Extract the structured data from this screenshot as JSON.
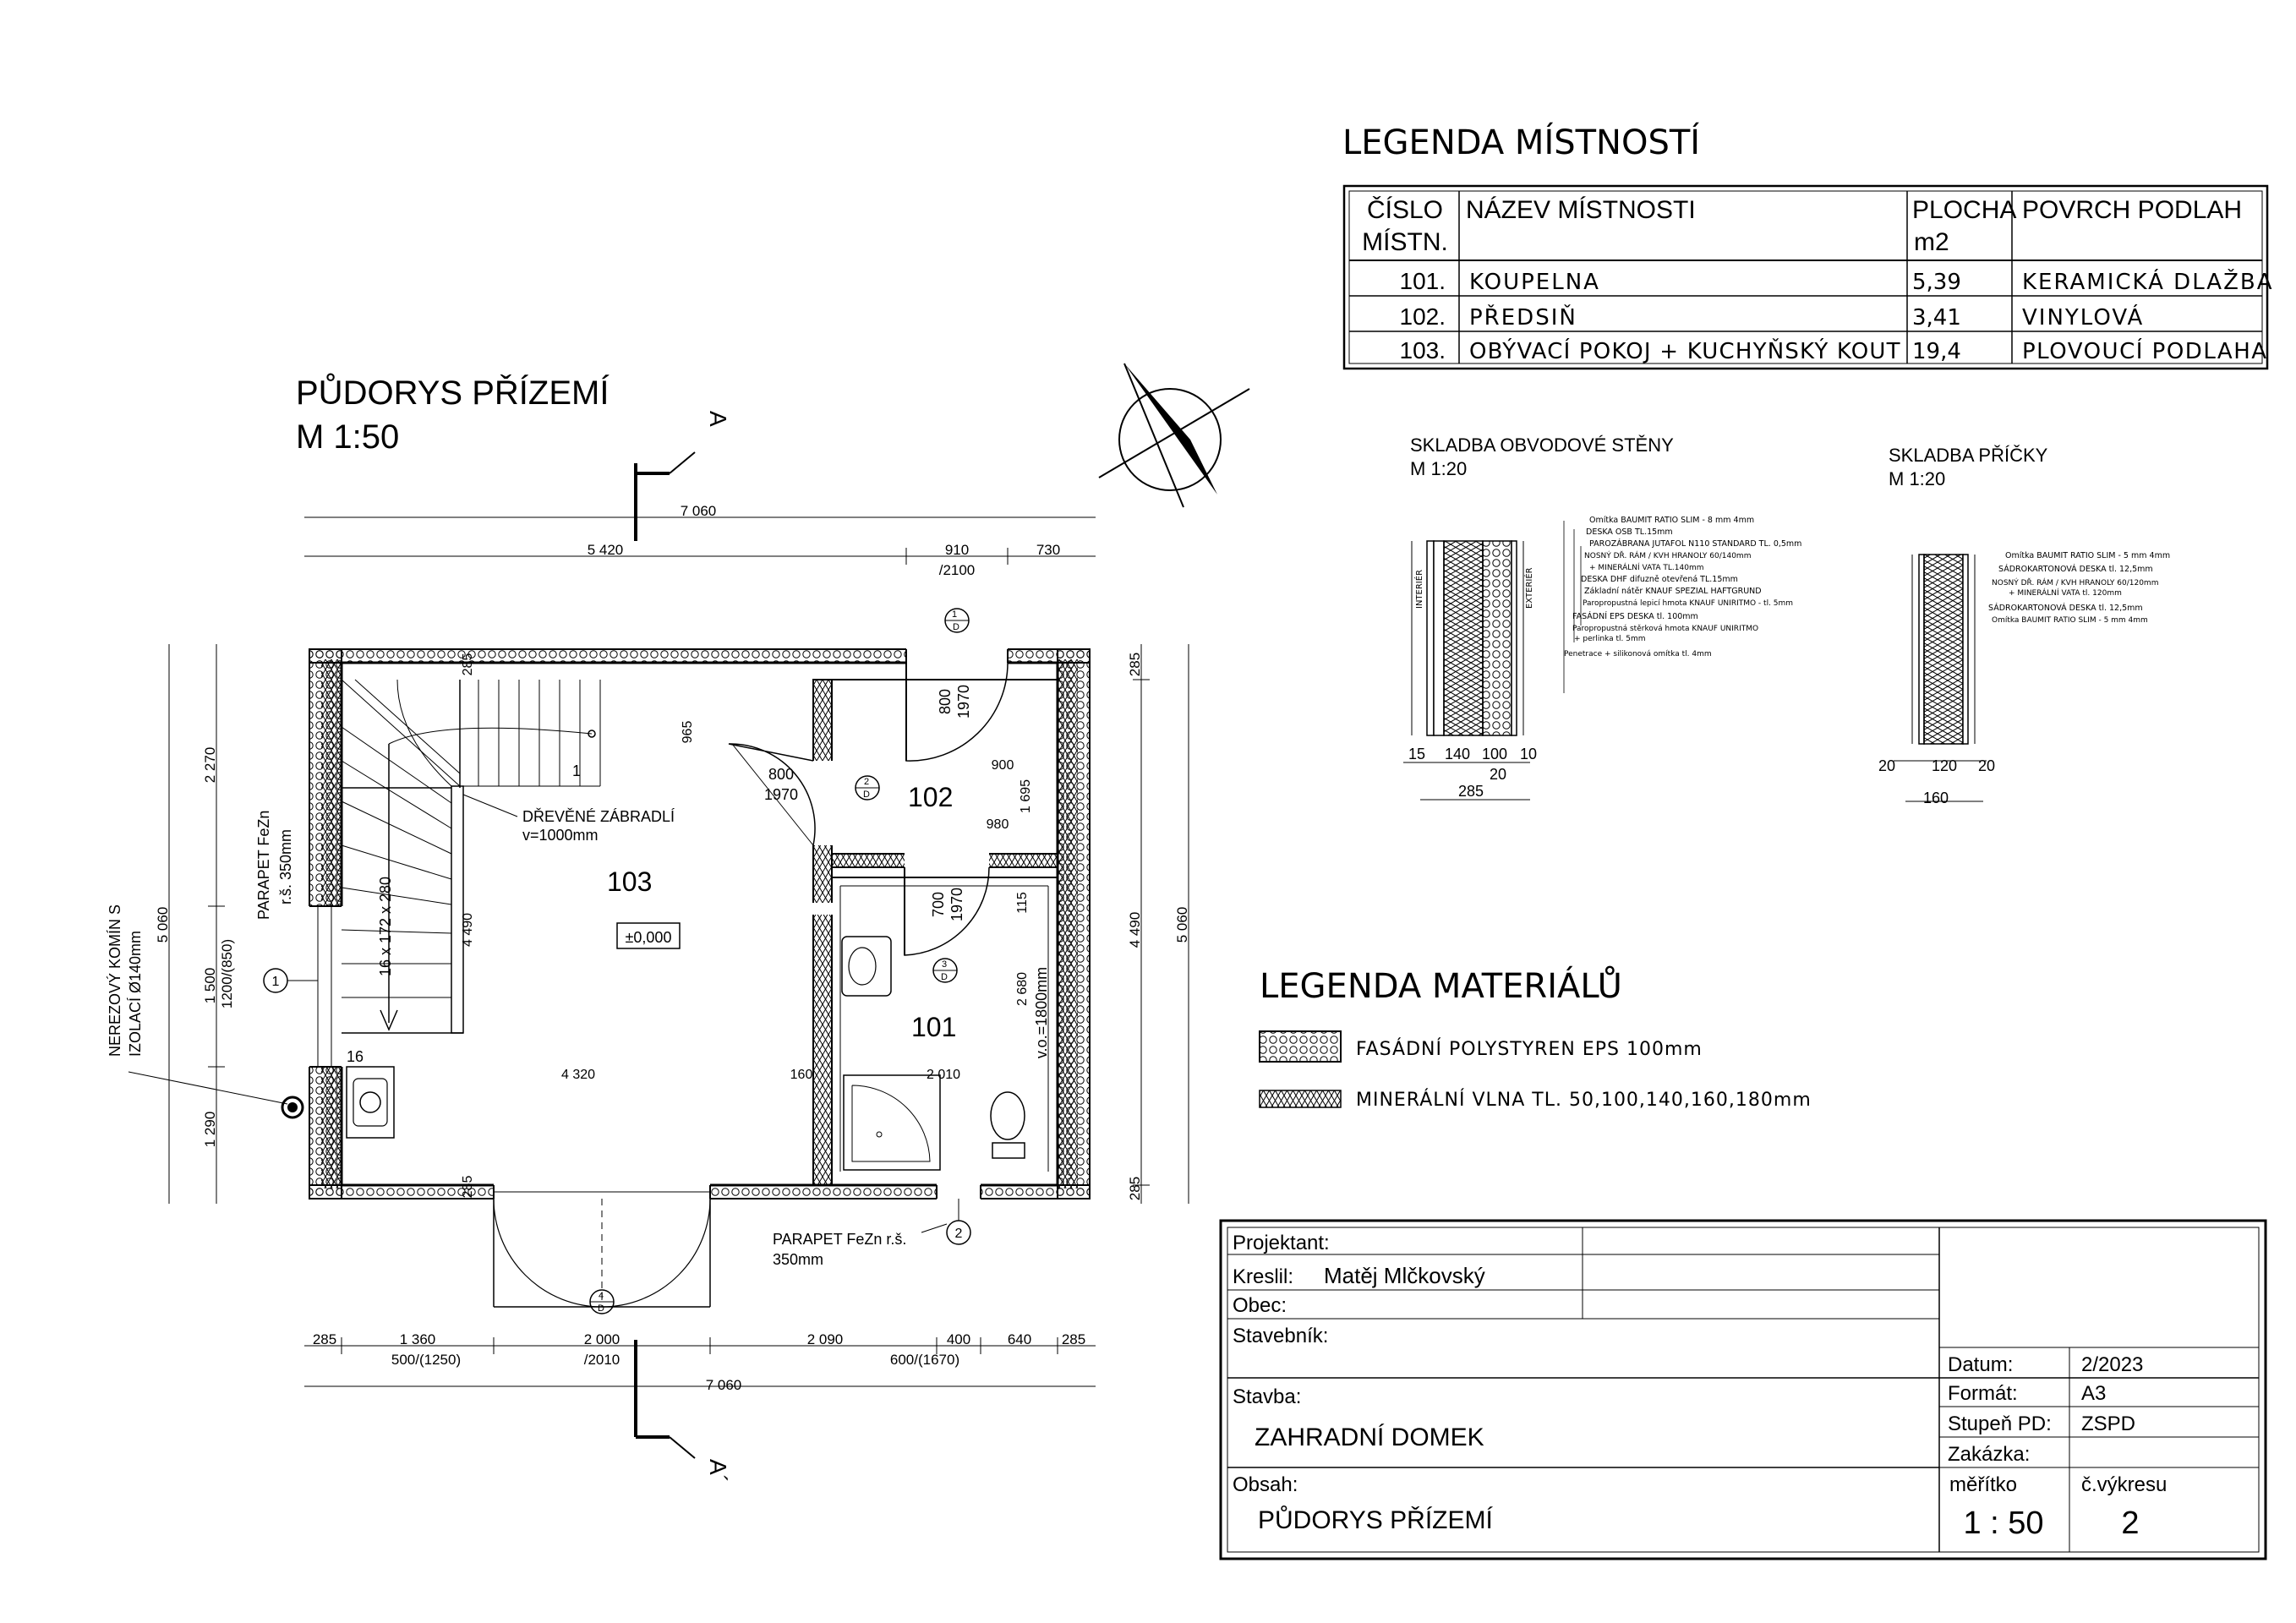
{
  "plan": {
    "title": "PŮDORYS PŘÍZEMÍ",
    "scale": "M 1:50",
    "section_a": "A",
    "section_a2": "A´",
    "dims_top": {
      "total": "7 060",
      "d5420": "5 420",
      "d910": "910",
      "d2100": "/2100",
      "d730": "730"
    },
    "dims_bottom": {
      "d285a": "285",
      "d1360": "1 360",
      "d500": "500/(1250)",
      "d2000": "2 000",
      "d2010": "/2010",
      "d2090": "2 090",
      "d400": "400",
      "d640": "640",
      "d285b": "285",
      "d600": "600/(1670)",
      "total": "7 060"
    },
    "dims_left": {
      "d2270": "2 270",
      "d5060": "5 060",
      "d1500": "1 500",
      "d1200": "1200/(850)",
      "d1290": "1 290"
    },
    "dims_right": {
      "d285a": "285",
      "d4490": "4 490",
      "d5060": "5 060",
      "d285b": "285"
    },
    "inner": {
      "d285": "285",
      "d965": "965",
      "d800a": "800",
      "d1970a": "1970",
      "d800b": "800",
      "d1970b": "1970",
      "d900": "900",
      "d1695": "1 695",
      "d980": "980",
      "d4490": "4 490",
      "d700": "700",
      "d1970c": "1970",
      "d115": "115",
      "d2680": "2 680",
      "vo": "v.o.=1800mm",
      "d4320": "4 320",
      "d160": "160",
      "d2010": "2 010",
      "d16": "16",
      "d285c": "285",
      "stairs": "16 x 172 x 280",
      "step1": "1"
    },
    "rooms": {
      "r103": "103",
      "r102": "102",
      "r101": "101",
      "level": "±0,000"
    },
    "notes": {
      "railing1": "DŘEVĚNÉ ZÁBRADLÍ",
      "railing2": "v=1000mm",
      "parapet1a": "PARAPET FeZn",
      "parapet1b": "r.š. 350mm",
      "chimney1": "NEREZOVÝ KOMÍN S",
      "chimney2": "IZOLACÍ Ø140mm",
      "parapet2a": "PARAPET FeZn r.š.",
      "parapet2b": "350mm"
    },
    "tags": {
      "w1": "1",
      "w2": "2",
      "d1": "1",
      "d2": "2",
      "d3": "3",
      "d4": "4",
      "D": "D"
    }
  },
  "room_legend": {
    "title": "LEGENDA MÍSTNOSTÍ",
    "headers": {
      "num1": "ČÍSLO",
      "num2": "MÍSTN.",
      "name": "NÁZEV MÍSTNOSTI",
      "area1": "PLOCHA",
      "area2": "m2",
      "floor": "POVRCH PODLAH"
    },
    "rows": [
      {
        "num": "101.",
        "name": "KOUPELNA",
        "area": "5,39",
        "floor": "KERAMICKÁ DLAŽBA"
      },
      {
        "num": "102.",
        "name": "PŘEDSIŇ",
        "area": "3,41",
        "floor": "VINYLOVÁ"
      },
      {
        "num": "103.",
        "name": "OBÝVACÍ POKOJ + KUCHYŇSKÝ KOUT",
        "area": "19,4",
        "floor": "PLOVOUCÍ PODLAHA"
      }
    ]
  },
  "wall_detail": {
    "title": "SKLADBA OBVODOVÉ STĚNY",
    "scale": "M 1:20",
    "interior": "INTERIÉR",
    "exterior": "EXTERIÉR",
    "layers": [
      "Omítka BAUMIT RATIO SLIM - 8 mm 4mm",
      "DESKA OSB TL.15mm",
      "PAROZÁBRANA JUTAFOL N110 STANDARD TL. 0,5mm",
      "NOSNÝ DŘ. RÁM / KVH HRANOLY 60/140mm",
      "+ MINERÁLNÍ VATA TL.140mm",
      "DESKA DHF difuzně otevřená TL.15mm",
      "Základní nátěr KNAUF SPEZIAL HAFTGRUND",
      "Paropropustná lepicí hmota KNAUF UNIRITMO - tl. 5mm",
      "FASÁDNÍ EPS DESKA tl. 100mm",
      "Paropropustná stěrková hmota KNAUF UNIRITMO",
      "+ perlinka tl. 5mm",
      "Penetrace + silikonová omítka tl. 4mm"
    ],
    "dims": {
      "d15": "15",
      "d140": "140",
      "d100": "100",
      "d10": "10",
      "d20": "20",
      "d285": "285"
    }
  },
  "partition_detail": {
    "title": "SKLADBA PŘÍČKY",
    "scale": "M 1:20",
    "layers": [
      "Omítka BAUMIT RATIO SLIM - 5 mm 4mm",
      "SÁDROKARTONOVÁ DESKA tl. 12,5mm",
      "NOSNÝ DŘ. RÁM / KVH HRANOLY 60/120mm",
      "+ MINERÁLNÍ VATA tl. 120mm",
      "SÁDROKARTONOVÁ DESKA tl. 12,5mm",
      "Omítka BAUMIT RATIO SLIM - 5 mm 4mm"
    ],
    "dims": {
      "d20a": "20",
      "d120": "120",
      "d20b": "20",
      "d160": "160"
    }
  },
  "material_legend": {
    "title": "LEGENDA MATERIÁLŮ",
    "items": [
      {
        "label": "FASÁDNÍ POLYSTYREN EPS 100mm"
      },
      {
        "label": "MINERÁLNÍ VLNA TL. 50,100,140,160,180mm"
      }
    ]
  },
  "title_block": {
    "projektant": "Projektant:",
    "kreslil": "Kreslil:",
    "author": "Matěj Mlčkovský",
    "obec": "Obec:",
    "stavebnik": "Stavebník:",
    "stavba_label": "Stavba:",
    "stavba": "ZAHRADNÍ DOMEK",
    "obsah_label": "Obsah:",
    "obsah": "PŮDORYS PŘÍZEMÍ",
    "datum_label": "Datum:",
    "datum": "2/2023",
    "format_label": "Formát:",
    "format": "A3",
    "stupen_label": "Stupeň PD:",
    "stupen": "ZSPD",
    "zakazka_label": "Zakázka:",
    "meritko_label": "měřítko",
    "meritko": "1 : 50",
    "cislo_label": "č.výkresu",
    "cislo": "2"
  }
}
